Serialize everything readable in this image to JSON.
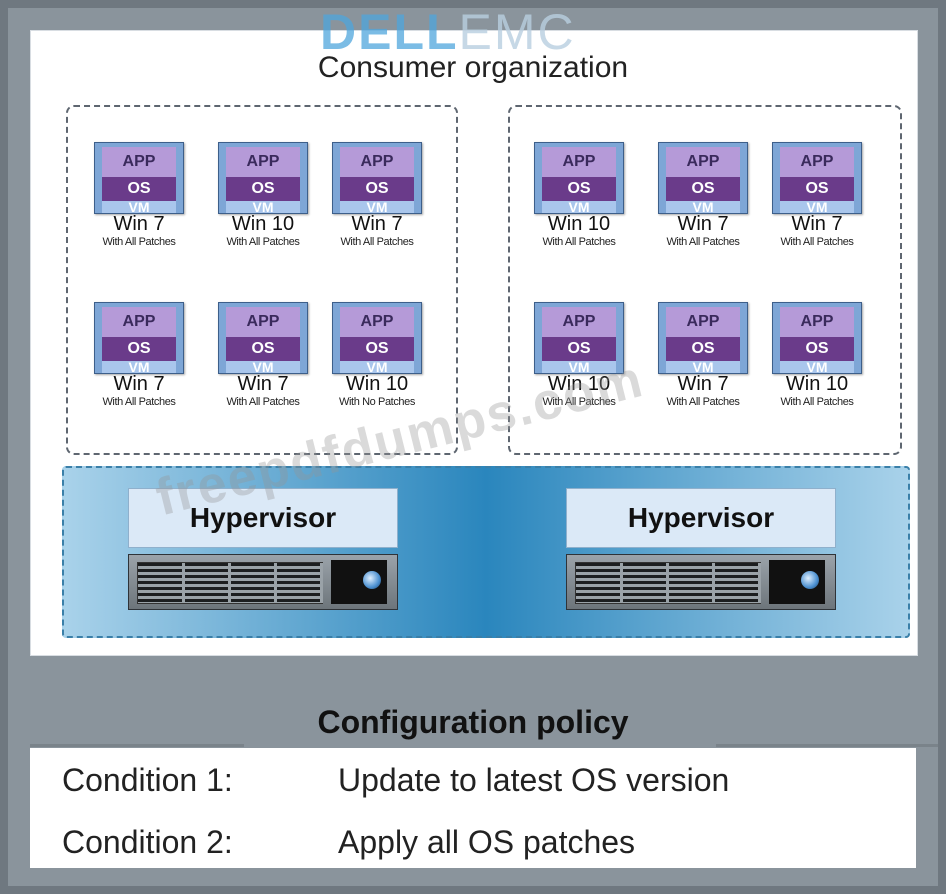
{
  "logo": {
    "dell": "DELL",
    "emc": "EMC"
  },
  "organization": {
    "title": "Consumer organization"
  },
  "groups": [
    {
      "vms": [
        {
          "app": "APP",
          "os": "OS",
          "vm": "VM",
          "name": "Win 7",
          "note": "With All Patches"
        },
        {
          "app": "APP",
          "os": "OS",
          "vm": "VM",
          "name": "Win 10",
          "note": "With All Patches"
        },
        {
          "app": "APP",
          "os": "OS",
          "vm": "VM",
          "name": "Win 7",
          "note": "With All Patches"
        },
        {
          "app": "APP",
          "os": "OS",
          "vm": "VM",
          "name": "Win 7",
          "note": "With All Patches"
        },
        {
          "app": "APP",
          "os": "OS",
          "vm": "VM",
          "name": "Win 7",
          "note": "With All Patches"
        },
        {
          "app": "APP",
          "os": "OS",
          "vm": "VM",
          "name": "Win 10",
          "note": "With No Patches"
        }
      ]
    },
    {
      "vms": [
        {
          "app": "APP",
          "os": "OS",
          "vm": "VM",
          "name": "Win 10",
          "note": "With All Patches"
        },
        {
          "app": "APP",
          "os": "OS",
          "vm": "VM",
          "name": "Win 7",
          "note": "With All Patches"
        },
        {
          "app": "APP",
          "os": "OS",
          "vm": "VM",
          "name": "Win 7",
          "note": "With All Patches"
        },
        {
          "app": "APP",
          "os": "OS",
          "vm": "VM",
          "name": "Win 10",
          "note": "With All Patches"
        },
        {
          "app": "APP",
          "os": "OS",
          "vm": "VM",
          "name": "Win 7",
          "note": "With All Patches"
        },
        {
          "app": "APP",
          "os": "OS",
          "vm": "VM",
          "name": "Win 10",
          "note": "With All Patches"
        }
      ]
    }
  ],
  "hypervisors": [
    {
      "label": "Hypervisor"
    },
    {
      "label": "Hypervisor"
    }
  ],
  "policy": {
    "title": "Configuration policy",
    "conditions": [
      {
        "label": "Condition 1:",
        "text": "Update to latest OS version"
      },
      {
        "label": "Condition 2:",
        "text": "Apply all OS patches"
      }
    ]
  },
  "watermark": "freepdfdumps.com",
  "colors": {
    "app": "#b59ad8",
    "os": "#6a3b8a",
    "vm": "#7ea6d6",
    "band": "#2a86bd"
  }
}
